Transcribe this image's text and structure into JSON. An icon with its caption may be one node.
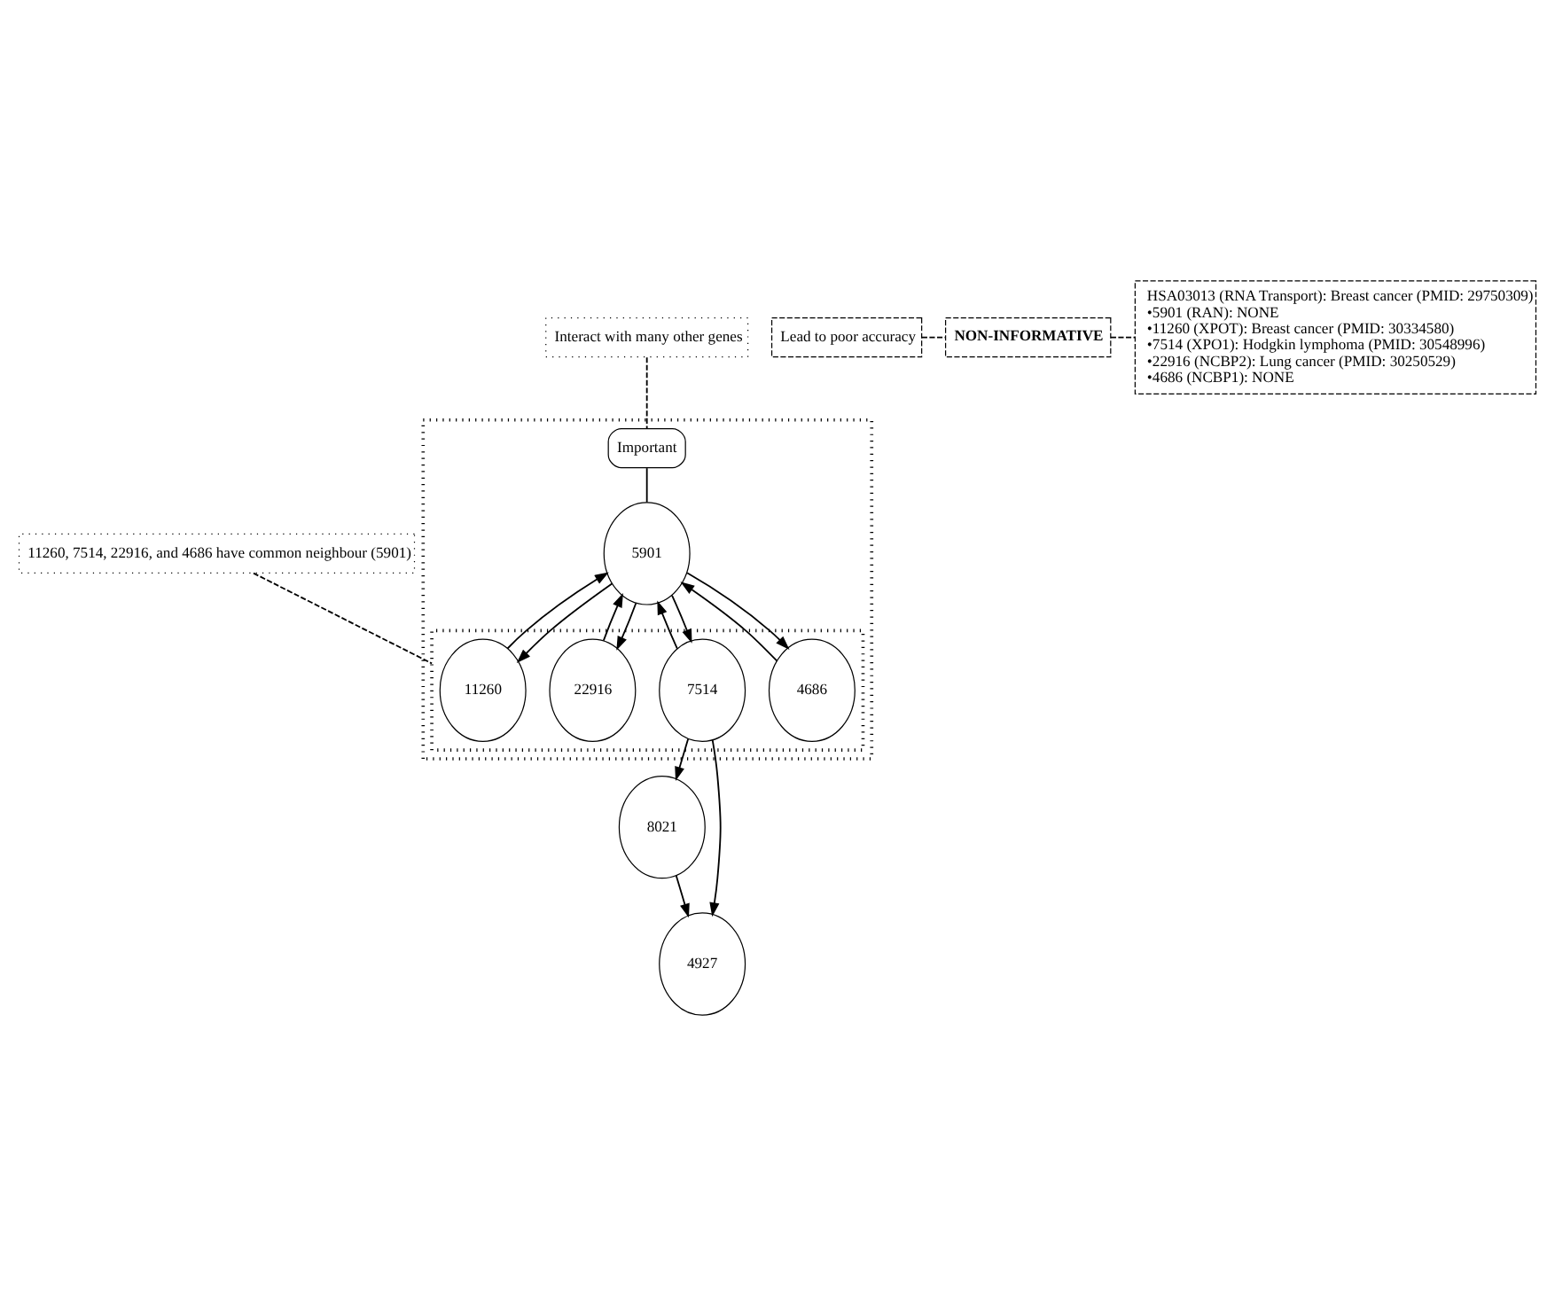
{
  "diagram": {
    "nodes": [
      {
        "text": [],
        "shape": "box"
      },
      {
        "text": [
          "5901"
        ],
        "in": 0
      },
      {
        "text": [],
        "shape": "box",
        "in": 0
      },
      {
        "text": [
          "11260"
        ],
        "in": 2
      },
      {
        "text": [
          "7514"
        ],
        "in": 2
      },
      {
        "text": [
          "22916"
        ],
        "in": 2
      },
      {
        "text": [
          "4686"
        ],
        "in": 2
      },
      {
        "text": [
          "8021"
        ]
      },
      {
        "text": [
          "4927"
        ]
      },
      {
        "text": [
          "Important"
        ],
        "in": 0
      },
      {
        "text": [
          "Interact with many other genes"
        ]
      },
      {
        "text": [
          "11260, 7514, 22916, and 4686 have common neighbour (5901)"
        ]
      },
      {
        "text": [
          "HSA03013 (RNA Transport): Breast cancer (PMID: 29750309)",
          "•5901 (RAN): NONE",
          "•11260 (XPOT): Breast cancer (PMID: 30334580)",
          "•7514 (XPO1): Hodgkin lymphoma (PMID: 30548996)",
          "•22916 (NCBP2): Lung cancer (PMID: 30250529)",
          "•4686 (NCBP1): NONE"
        ]
      },
      {
        "text": [
          "NON-INFORMATIVE"
        ]
      },
      {
        "text": [
          "Lead to poor accuracy"
        ]
      }
    ],
    "edges": [
      {
        "from": 3,
        "to": 1,
        "arrow": "to"
      },
      {
        "from": 1,
        "to": 3,
        "arrow": "to"
      },
      {
        "from": 4,
        "to": 1,
        "arrow": "to"
      },
      {
        "from": 1,
        "to": 4,
        "arrow": "to"
      },
      {
        "from": 1,
        "to": 5,
        "arrow": "to"
      },
      {
        "from": 5,
        "to": 1,
        "arrow": "to"
      },
      {
        "from": 1,
        "to": 6,
        "arrow": "to"
      },
      {
        "from": 6,
        "to": 1,
        "arrow": "to"
      },
      {
        "from": 4,
        "to": 7,
        "arrow": "to"
      },
      {
        "from": 4,
        "to": 8,
        "arrow": "to"
      },
      {
        "from": 7,
        "to": 8,
        "arrow": "to"
      },
      {
        "from": 9,
        "to": 1,
        "arrow": "none"
      },
      {
        "from": 10,
        "to": 9,
        "arrow": "none",
        "style": "dashed"
      },
      {
        "from": 11,
        "to": 2,
        "arrow": "none",
        "style": "dashed"
      },
      {
        "from": 13,
        "to": 12,
        "arrow": "none",
        "style": "dashed"
      },
      {
        "from": 14,
        "to": 13,
        "arrow": "none",
        "style": "dashed"
      }
    ]
  }
}
